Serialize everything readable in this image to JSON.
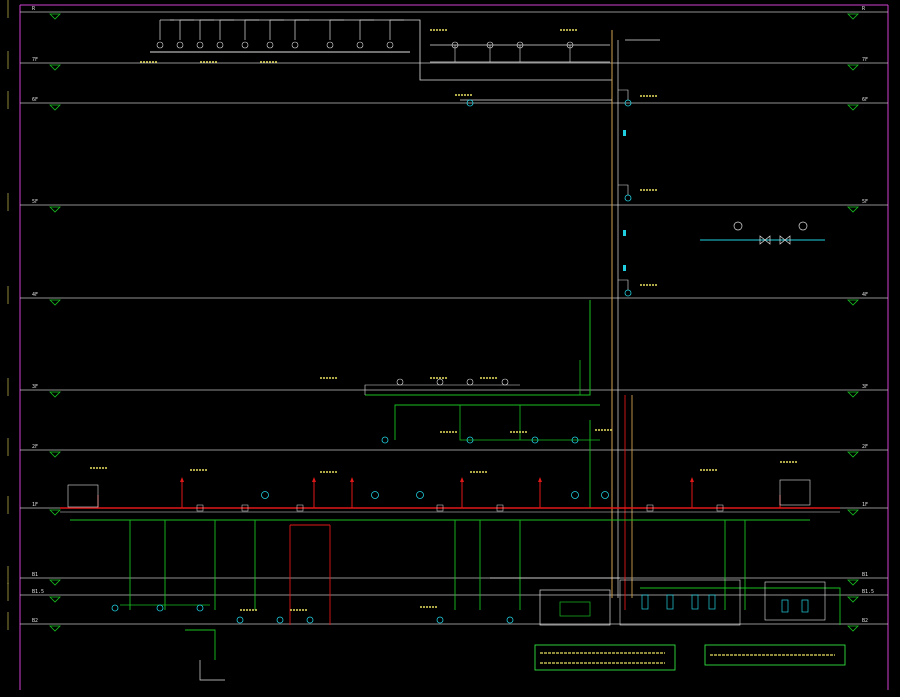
{
  "diagram": {
    "background": "#000000",
    "colors": {
      "floor_line": "#c0c0c0",
      "border": "#d040d0",
      "pipe_green": "#18c020",
      "pipe_red": "#e01818",
      "pipe_orange": "#d0a050",
      "text_yellow": "#e8e060",
      "text_white": "#e0e0e0",
      "device_cyan": "#20d0e0",
      "legend_box": "#30e040"
    },
    "floors": [
      {
        "id": "roof",
        "left": "R",
        "right": "R"
      },
      {
        "id": "f7",
        "left": "7F",
        "right": "7F"
      },
      {
        "id": "f6",
        "left": "6F",
        "right": "6F"
      },
      {
        "id": "f5",
        "left": "5F",
        "right": "5F"
      },
      {
        "id": "f4",
        "left": "4F",
        "right": "4F"
      },
      {
        "id": "f3",
        "left": "3F",
        "right": "3F"
      },
      {
        "id": "f2",
        "left": "2F",
        "right": "2F"
      },
      {
        "id": "f1",
        "left": "1F",
        "right": "1F"
      },
      {
        "id": "b1",
        "left": "B1",
        "right": "B1"
      },
      {
        "id": "b15",
        "left": "B1.5",
        "right": "B1.5"
      },
      {
        "id": "b2",
        "left": "B2",
        "right": "B2"
      }
    ],
    "detail_caption": "",
    "legend_notes": [
      "",
      ""
    ]
  }
}
